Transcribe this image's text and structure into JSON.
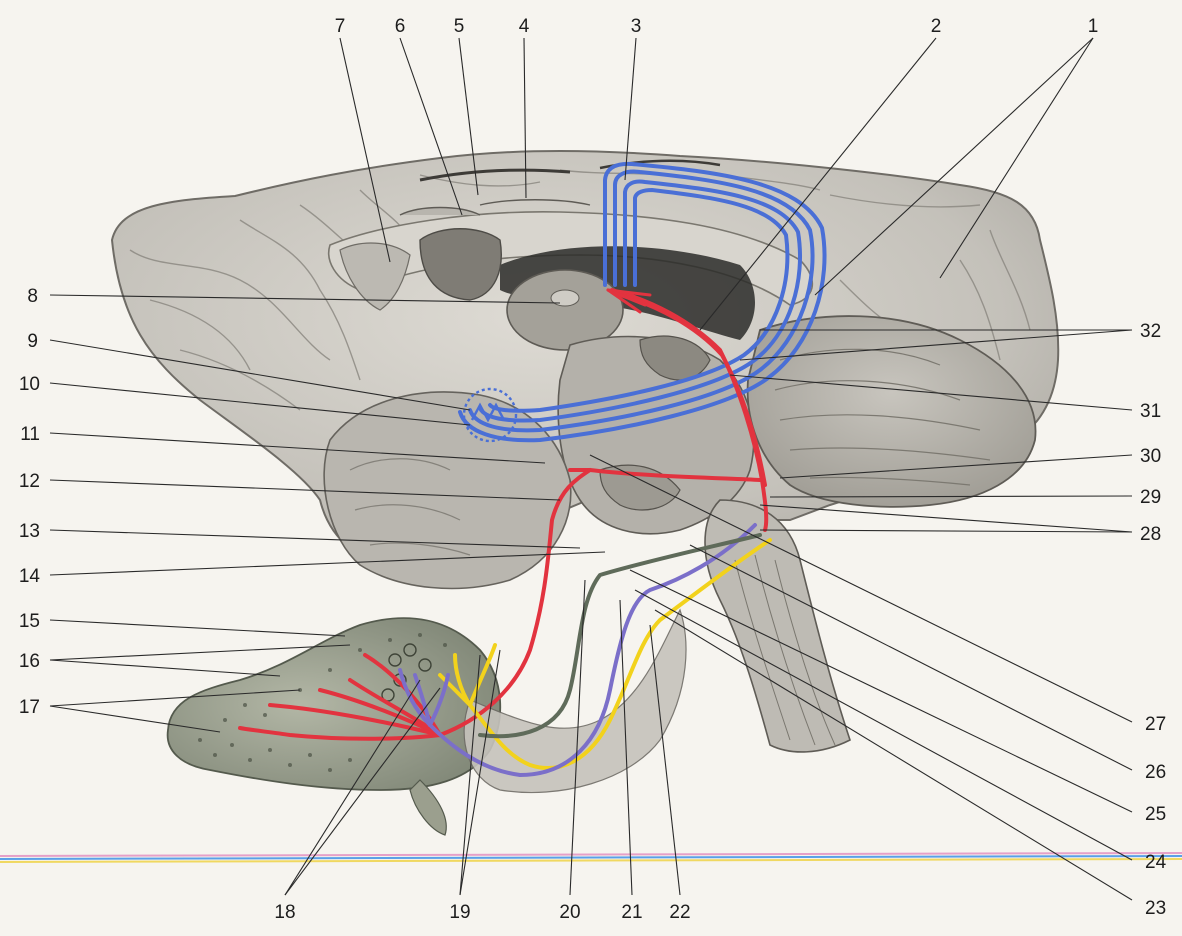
{
  "labels": [
    "1",
    "2",
    "3",
    "4",
    "5",
    "6",
    "7",
    "8",
    "9",
    "10",
    "11",
    "12",
    "13",
    "14",
    "15",
    "16",
    "17",
    "18",
    "19",
    "20",
    "21",
    "22",
    "23",
    "24",
    "25",
    "26",
    "27",
    "28",
    "29",
    "30",
    "31",
    "32"
  ],
  "colors": {
    "background": "#f6f4ef",
    "brain_tissue": "#c9c6bf",
    "brain_shadow": "#8e8b84",
    "tongue": "#9aa08d",
    "tract_blue": "#4a6fd6",
    "tract_red": "#e2333f",
    "tract_yellow": "#f2d21c",
    "tract_violet": "#7b6fc9",
    "tract_green": "#5f6b5a",
    "stripe_blue": "#5aa0e8",
    "stripe_pink": "#e6a0c8",
    "stripe_yellow": "#f0d860"
  }
}
